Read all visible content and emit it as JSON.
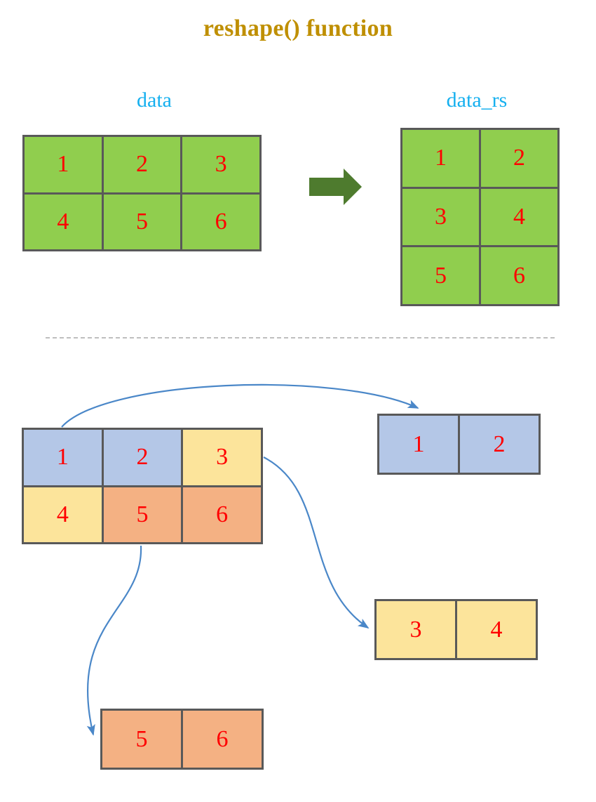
{
  "title": "reshape() function",
  "colors": {
    "title": "#BF8F00",
    "caption": "#16B0EF",
    "cell_text": "#FF0000",
    "cell_border": "#595959",
    "green": "#90CE4E",
    "blue": "#B4C7E7",
    "yellow": "#FCE49B",
    "orange": "#F4B183",
    "block_arrow": "#4E7B2E",
    "curve_arrow": "#4A87C8",
    "divider": "#BFBFBF"
  },
  "top_section": {
    "source_label": "data",
    "result_label": "data_rs",
    "source_grid": {
      "rows": 2,
      "cols": 3,
      "cells": [
        "1",
        "2",
        "3",
        "4",
        "5",
        "6"
      ]
    },
    "result_grid": {
      "rows": 3,
      "cols": 2,
      "cells": [
        "1",
        "2",
        "3",
        "4",
        "5",
        "6"
      ]
    },
    "arrow": "block-arrow-right"
  },
  "bottom_section": {
    "source_grid": {
      "rows": 2,
      "cols": 3,
      "cells": [
        {
          "value": "1",
          "color": "blue"
        },
        {
          "value": "2",
          "color": "blue"
        },
        {
          "value": "3",
          "color": "yellow"
        },
        {
          "value": "4",
          "color": "yellow"
        },
        {
          "value": "5",
          "color": "orange"
        },
        {
          "value": "6",
          "color": "orange"
        }
      ]
    },
    "output_rows": [
      {
        "color": "blue",
        "cells": [
          "1",
          "2"
        ]
      },
      {
        "color": "yellow",
        "cells": [
          "3",
          "4"
        ]
      },
      {
        "color": "orange",
        "cells": [
          "5",
          "6"
        ]
      }
    ],
    "arrows": [
      "curved-arrow-blue-row",
      "curved-arrow-yellow-row",
      "curved-arrow-orange-row"
    ]
  }
}
